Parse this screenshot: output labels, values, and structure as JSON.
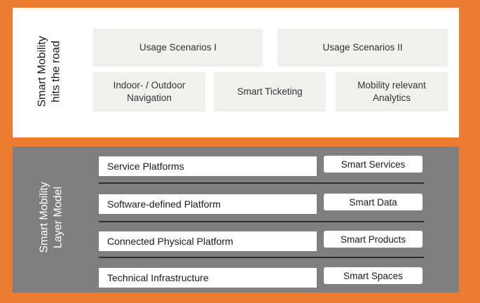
{
  "colors": {
    "frame_orange": "#EC7C30",
    "top_panel_bg": "#FFFFFF",
    "bottom_panel_bg": "#7F7F7F",
    "tile_bg": "#F0F0EF",
    "tile_text": "#333333",
    "white_box_bg": "#FFFFFF",
    "separator_line": "#303030",
    "side_label_top_text": "#1A1A1A",
    "side_label_bottom_text": "#FFFFFF"
  },
  "top_section": {
    "side_label_line1": "Smart Mobility",
    "side_label_line2": "hits the road",
    "scenario_row": [
      {
        "label": "Usage Scenarios I"
      },
      {
        "label": "Usage Scenarios II"
      }
    ],
    "capability_row": [
      {
        "label": "Indoor- / Outdoor Navigation"
      },
      {
        "label": "Smart Ticketing"
      },
      {
        "label": "Mobility relevant Analytics"
      }
    ]
  },
  "layer_section": {
    "side_label_line1": "Smart Mobility",
    "side_label_line2": "Layer Model",
    "rows": [
      {
        "platform": "Service Platforms",
        "smart": "Smart Services"
      },
      {
        "platform": "Software-defined Platform",
        "smart": "Smart Data"
      },
      {
        "platform": "Connected Physical Platform",
        "smart": "Smart Products"
      },
      {
        "platform": "Technical Infrastructure",
        "smart": "Smart Spaces"
      }
    ]
  }
}
